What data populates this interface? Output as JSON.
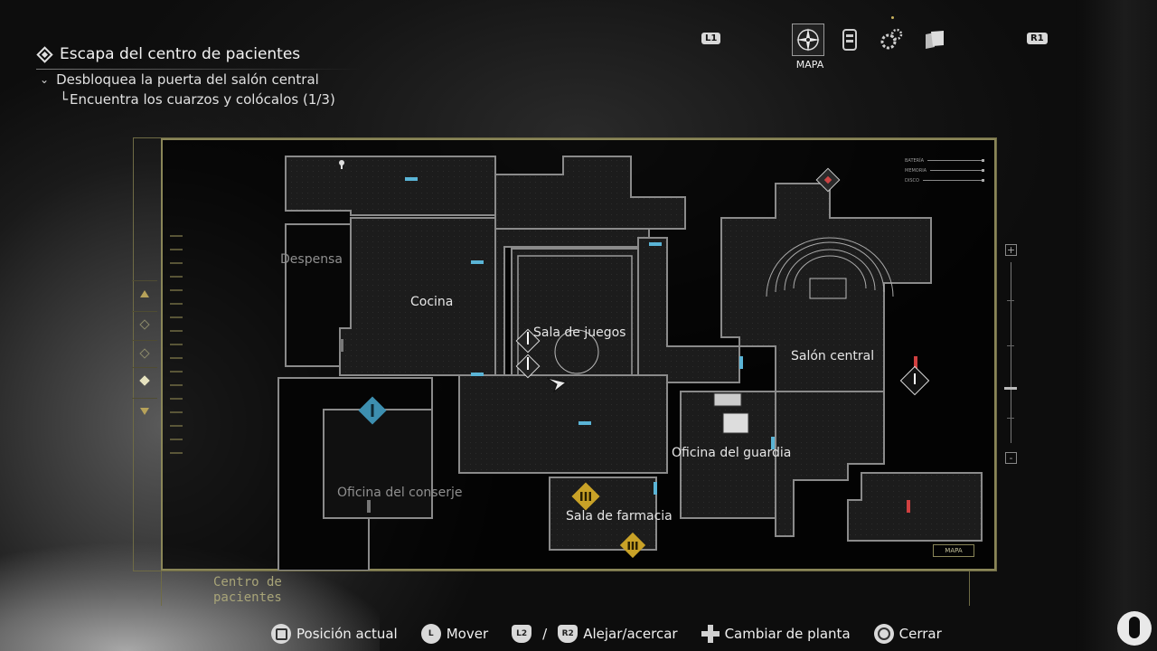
{
  "objectives": {
    "main": "Escapa del centro de pacientes",
    "sub": "Desbloquea la puerta del salón central",
    "sub2_prefix": "└",
    "sub2": "Encuentra los cuarzos y colócalos (1/3)"
  },
  "tabs": {
    "left_button": "L1",
    "right_button": "R1",
    "active_label": "MAPA",
    "items": [
      "compass-icon",
      "inventory-icon",
      "gears-icon",
      "files-icon"
    ]
  },
  "map": {
    "floor_name_line1": "Centro de",
    "floor_name_line2": "pacientes",
    "rooms": {
      "despensa": "Despensa",
      "cocina": "Cocina",
      "sala_juegos": "Sala de juegos",
      "salon_central": "Salón central",
      "oficina_guardia": "Oficina del guardia",
      "oficina_conserje": "Oficina del conserje",
      "sala_farmacia": "Sala de farmacia"
    },
    "legend": [
      "BATERÍA",
      "MEMORIA",
      "DISCO"
    ],
    "mapa_tag": "MAPA"
  },
  "zoom": {
    "plus": "+",
    "minus": "-"
  },
  "controls": {
    "position": "Posición actual",
    "move": "Mover",
    "l_stick": "L",
    "l2": "L2",
    "slash": "/",
    "r2": "R2",
    "zoom": "Alejar/acercar",
    "floor": "Cambiar de planta",
    "close": "Cerrar"
  },
  "colors": {
    "frame": "#8a8658",
    "door_blue": "#5ab4d6",
    "door_red": "#d04040",
    "marker_blue": "#3d8fb0",
    "marker_gold": "#c9a227"
  }
}
